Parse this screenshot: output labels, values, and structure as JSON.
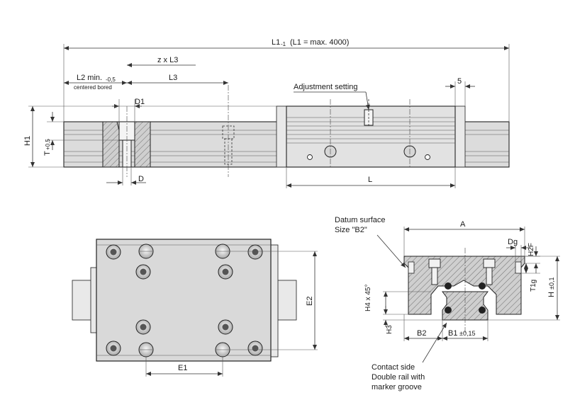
{
  "top_view": {
    "l1_label": "L1",
    "l1_tol": "-1",
    "l1_note": "(L1 = max. 4000)",
    "zxl3_label": "z x L3",
    "l2_label": "L2 min.",
    "l2_tol": "-0,5",
    "l2_note": "centered bored",
    "l3_label": "L3",
    "d1_label": "D1",
    "d_label": "D",
    "adjustment_label": "Adjustment setting",
    "five_label": "5",
    "h1_label": "H1",
    "t_label": "T",
    "t_tol": "+0,5",
    "l_label": "L"
  },
  "plan_view": {
    "e1_label": "E1",
    "e2_label": "E2"
  },
  "section_view": {
    "datum_label_1": "Datum surface",
    "datum_label_2": "Size \"B2\"",
    "a_label": "A",
    "dg_label": "Dg",
    "h2f_label": "H2F",
    "t1g_label": "T1g",
    "h_label": "H",
    "h_tol": "±0,1",
    "h4_label": "H4 x 45°",
    "h3_label": "H3",
    "b2_label": "B2",
    "b1_label": "B1",
    "b1_tol": "±0,15",
    "contact_1": "Contact side",
    "contact_2": "Double rail with",
    "contact_3": "marker groove"
  }
}
